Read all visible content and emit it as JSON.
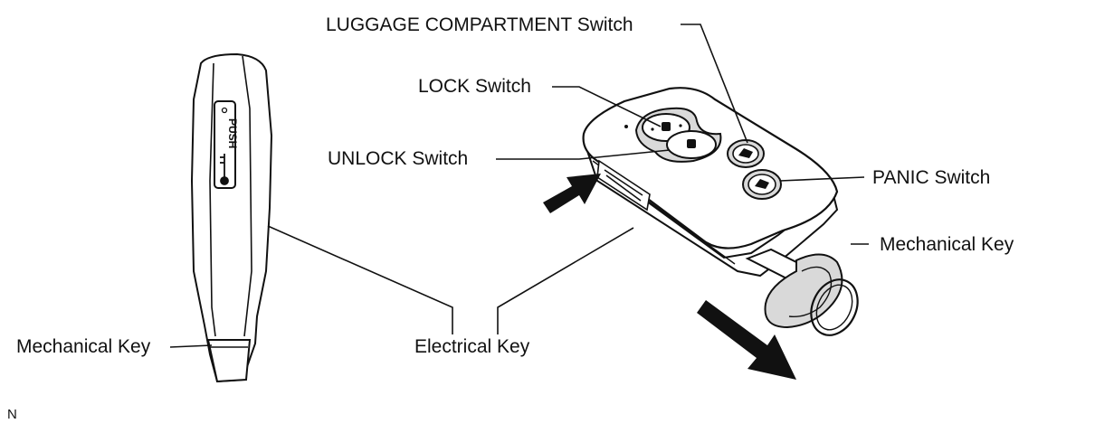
{
  "labels": {
    "luggage": "LUGGAGE COMPARTMENT Switch",
    "lock": "LOCK Switch",
    "unlock": "UNLOCK Switch",
    "panic": "PANIC Switch",
    "mech_key_right": "Mechanical Key",
    "mech_key_left": "Mechanical Key",
    "electrical_key": "Electrical Key"
  },
  "side_view": {
    "push_text": "PUSH"
  },
  "corner_mark": "N",
  "colors": {
    "line": "#111111",
    "body": "#ffffff",
    "shade": "#d9d9d9",
    "arrow": "#111111"
  }
}
